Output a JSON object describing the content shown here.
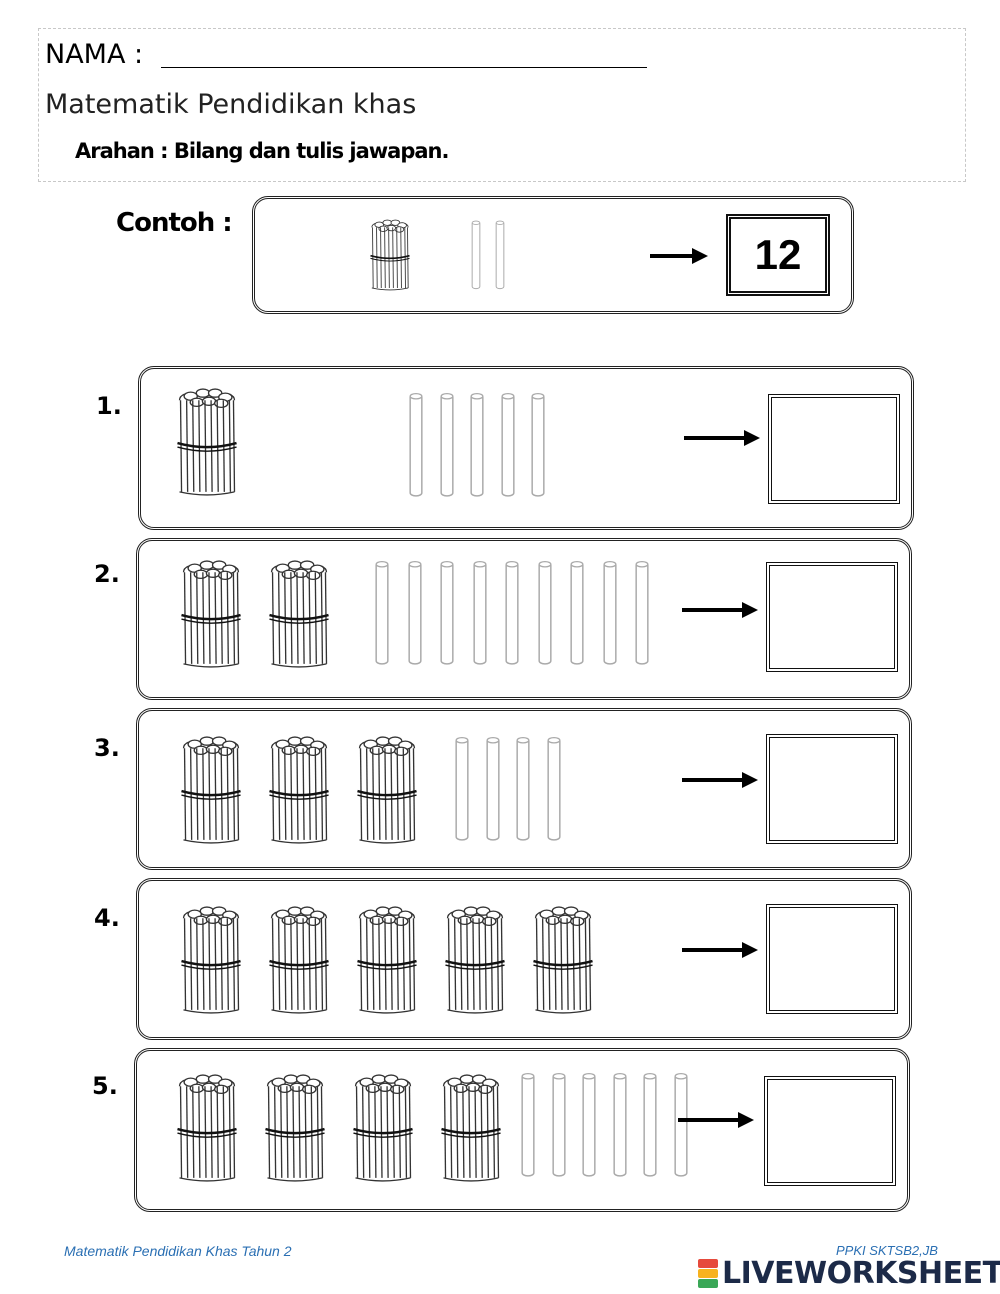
{
  "header": {
    "name_label": "NAMA :",
    "subject": "Matematik Pendidikan khas",
    "instruction": "Arahan : Bilang dan tulis jawapan."
  },
  "example": {
    "label": "Contoh :",
    "bundles": 1,
    "sticks": 2,
    "answer": "12"
  },
  "questions": [
    {
      "number": "1.",
      "bundles": 1,
      "sticks": 5
    },
    {
      "number": "2.",
      "bundles": 2,
      "sticks": 9
    },
    {
      "number": "3.",
      "bundles": 3,
      "sticks": 4
    },
    {
      "number": "4.",
      "bundles": 5,
      "sticks": 0
    },
    {
      "number": "5.",
      "bundles": 4,
      "sticks": 6
    }
  ],
  "footer": {
    "left": "Matematik Pendidikan Khas Tahun 2",
    "right": "PPKI SKTSB2,JB",
    "brand": "LIVEWORKSHEETS",
    "brand_colors": [
      "#e64a3c",
      "#f7b21e",
      "#3aa757",
      "#3a7bd5"
    ]
  }
}
